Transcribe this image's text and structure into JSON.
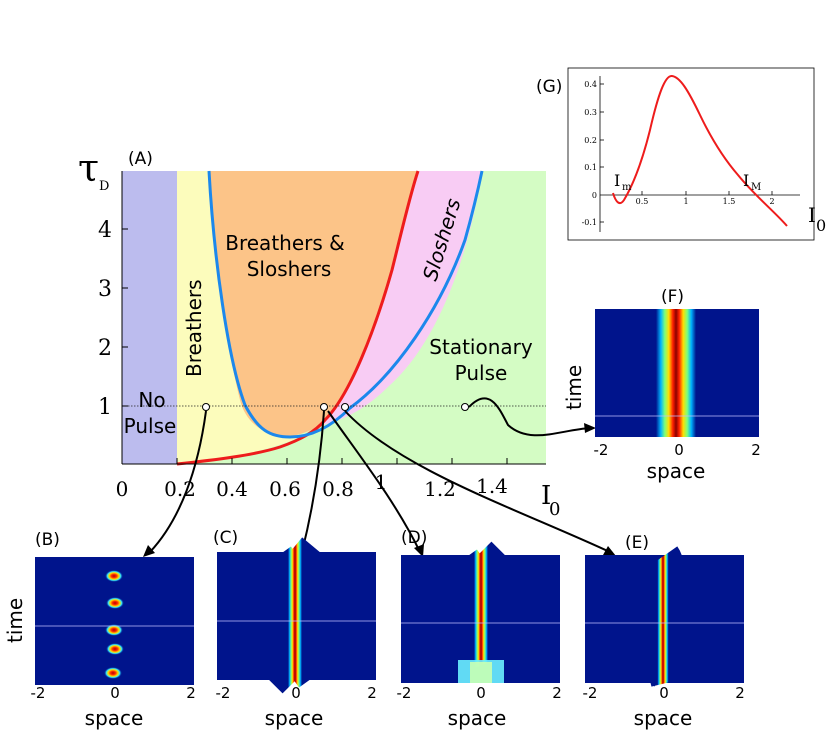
{
  "panel_labels": {
    "A": "(A)",
    "B": "(B)",
    "C": "(C)",
    "D": "(D)",
    "E": "(E)",
    "F": "(F)",
    "G": "(G)"
  },
  "phase_diagram": {
    "y_axis_symbol": "τ",
    "y_axis_subscript": "D",
    "x_axis_symbol": "I",
    "x_axis_subscript": "0",
    "x_ticks": [
      "0",
      "0.2",
      "0.4",
      "0.6",
      "0.8",
      "1",
      "1.2",
      "1.4"
    ],
    "y_ticks": [
      "1",
      "2",
      "3",
      "4"
    ],
    "regions": {
      "no_pulse": [
        "No",
        "Pulse"
      ],
      "breathers": "Breathers",
      "breathers_sloshers": [
        "Breathers &",
        "Sloshers"
      ],
      "sloshers": "Sloshers",
      "stationary": [
        "Stationary",
        "Pulse"
      ]
    },
    "colors": {
      "no_pulse": "#bcbcee",
      "breathers": "#fcfcbc",
      "breathers_sloshers": "#fcc488",
      "sloshers": "#f8ccf4",
      "stationary": "#d4fcc4",
      "red_curve": "#ee1c1c",
      "blue_curve": "#1c88ec"
    }
  },
  "space_time_plots": {
    "time_label": "time",
    "space_label": "space",
    "ticks": [
      "-2",
      "0",
      "2"
    ]
  },
  "inset_G": {
    "x_axis_symbol": "I",
    "x_axis_subscript": "0",
    "y_ticks": [
      "0.4",
      "0.3",
      "0.2",
      "0.1",
      "0",
      "-0.1"
    ],
    "x_ticks": [
      "0.5",
      "1",
      "1.5",
      "2"
    ],
    "label_min": "I",
    "label_min_sub": "m",
    "label_max": "I",
    "label_max_sub": "M",
    "curve_color": "#ee1c1c"
  }
}
